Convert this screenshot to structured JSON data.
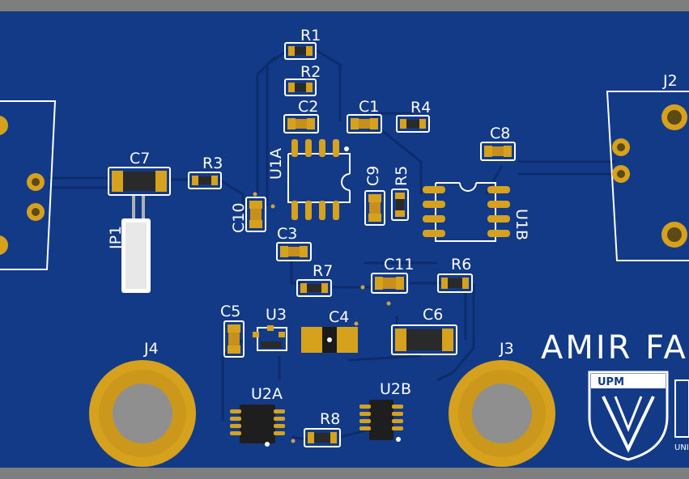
{
  "colors": {
    "board": "#123a87",
    "board_edge": "#7e7e7e",
    "trace": "#0e2f73",
    "pad_gold": "#d6a21e",
    "silk": "#ffffff",
    "body_dark": "#2a2a2a"
  },
  "designators": {
    "r1": "R1",
    "r2": "R2",
    "r3": "R3",
    "r4": "R4",
    "r5": "R5",
    "r6": "R6",
    "r7": "R7",
    "r8": "R8",
    "c1": "C1",
    "c2": "C2",
    "c3": "C3",
    "c4": "C4",
    "c5": "C5",
    "c6": "C6",
    "c7": "C7",
    "c8": "C8",
    "c9": "C9",
    "c10": "C10",
    "c11": "C11",
    "u1a": "U1A",
    "u1b": "U1B",
    "u2a": "U2A",
    "u2b": "U2B",
    "u3": "U3",
    "j2": "J2",
    "j3": "J3",
    "j4": "J4",
    "jp1": "JP1"
  },
  "brand_text": "AMIR FA",
  "logo": {
    "initials": "UPM",
    "side_text": "UNI"
  }
}
